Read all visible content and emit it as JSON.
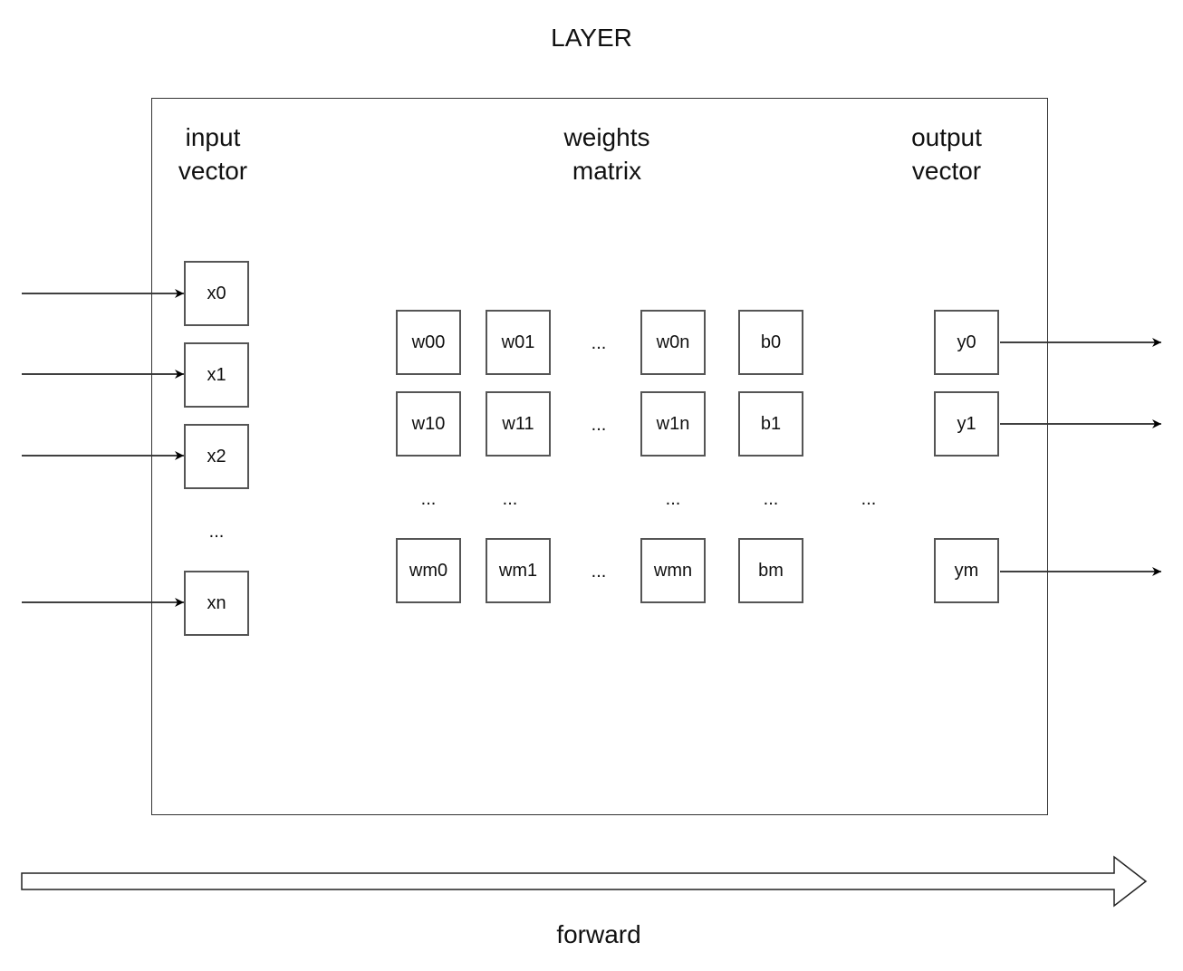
{
  "title": "LAYER",
  "sections": {
    "input": "input\nvector",
    "weights": "weights\nmatrix",
    "output": "output\nvector"
  },
  "input_vector": [
    "x0",
    "x1",
    "x2",
    "xn"
  ],
  "weights": {
    "row0": [
      "w00",
      "w01",
      "w0n",
      "b0"
    ],
    "row1": [
      "w10",
      "w11",
      "w1n",
      "b1"
    ],
    "rowm": [
      "wm0",
      "wm1",
      "wmn",
      "bm"
    ]
  },
  "output_vector": [
    "y0",
    "y1",
    "ym"
  ],
  "ellipsis": "...",
  "forward_label": "forward"
}
